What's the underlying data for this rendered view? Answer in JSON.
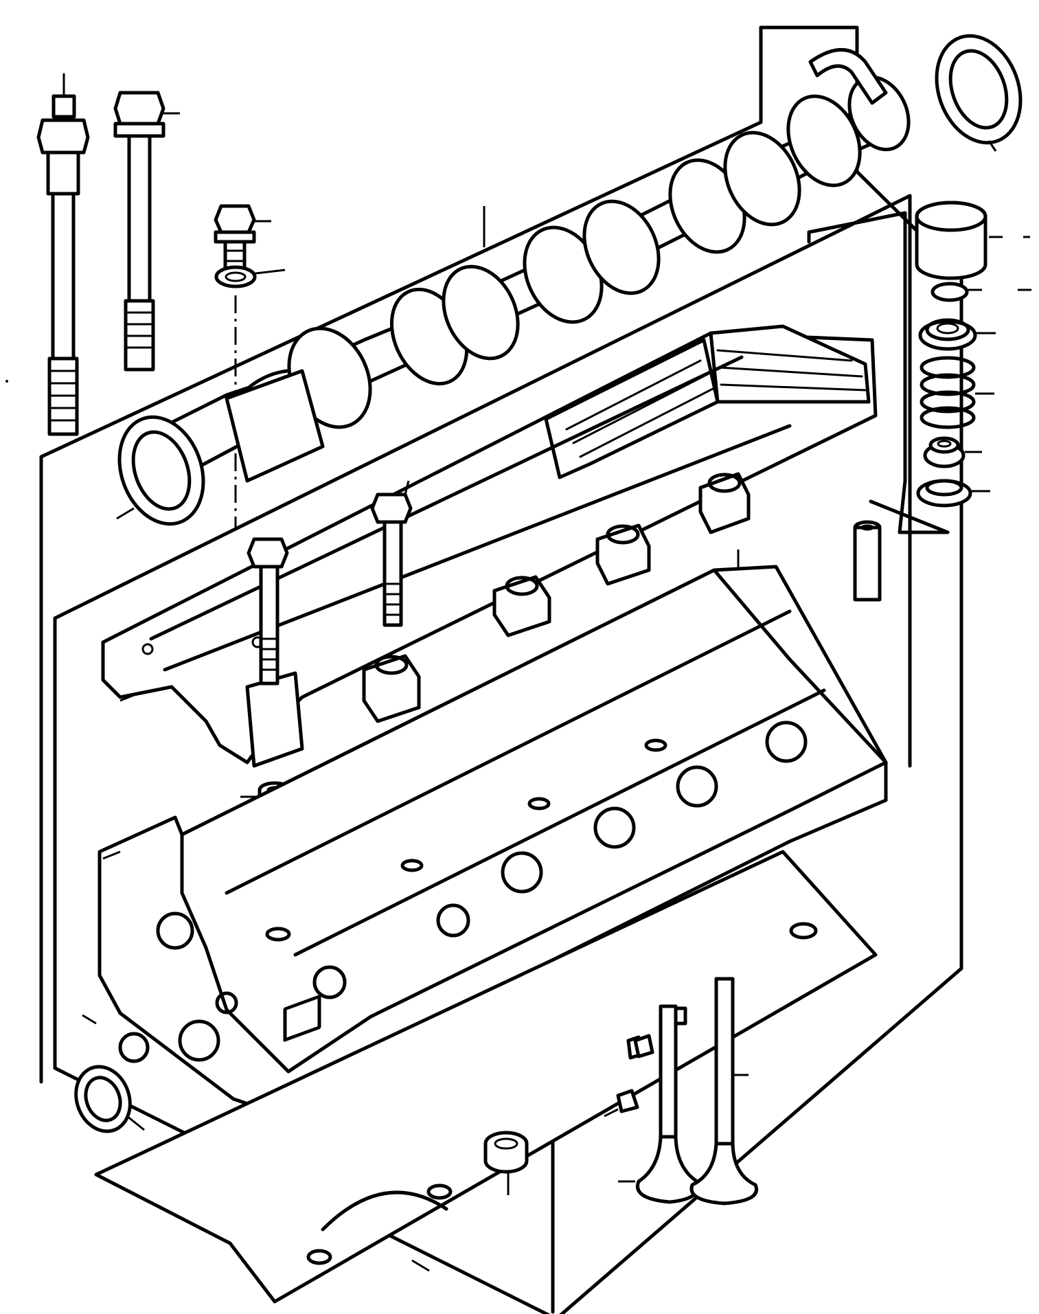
{
  "diagram": {
    "type": "exploded-parts-view",
    "subject": "cylinder-head-assembly",
    "stroke_color": "#000000",
    "background_color": "#ffffff",
    "parts": [
      "head-stud",
      "head-bolt",
      "cam-cover-bolt",
      "bolt-washer",
      "camshaft",
      "camshaft-seal-front",
      "camshaft-seal-rear",
      "cam-carrier",
      "carrier-bolts",
      "locating-dowel",
      "tappet-bucket",
      "valve-shim",
      "spring-retainer",
      "valve-spring",
      "stem-seal",
      "spring-seat",
      "valve-guide",
      "cylinder-head",
      "head-plug",
      "head-gasket",
      "valve-collets",
      "inlet-valve",
      "exhaust-valve",
      "valve-seat-inserts"
    ]
  }
}
